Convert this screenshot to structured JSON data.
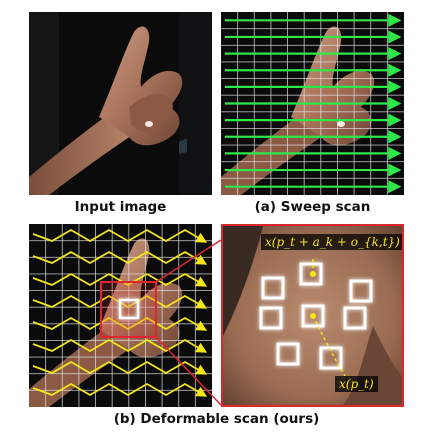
{
  "panels": {
    "input": {
      "caption": "Input image"
    },
    "sweep": {
      "caption": "(a) Sweep scan"
    },
    "deformable": {
      "caption": "(b) Deformable scan (ours)"
    }
  },
  "annotations": {
    "offset_point": "x(p_t + a_k + o_{k,t})",
    "base_point": "x(p_t)"
  },
  "colors": {
    "grid": "#e6e6e6",
    "sweep_arrow": "#2ee84a",
    "deform_arrow": "#f5e61a",
    "highlight_box": "#e0262d",
    "sample_box": "#ffffff"
  },
  "icons": {
    "sweep": "arrow-right-icon",
    "deform": "zigzag-arrow-icon"
  }
}
